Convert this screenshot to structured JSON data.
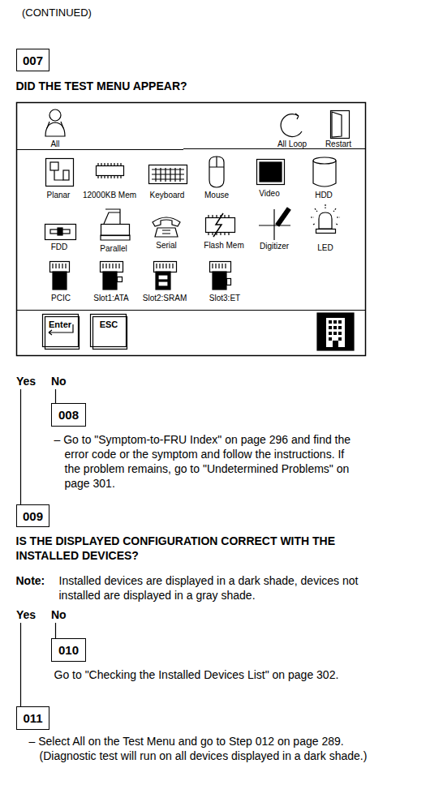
{
  "diagram": {
    "nodes": [
      {
        "text": [
          "007",
          "DID THE TEST MENU APPEAR?"
        ]
      },
      {
        "text": [
          "008",
          "– Go to \"Symptom-to-FRU Index\" on page 296 and find the error code or the symptom and follow the instructions. If the problem remains, go to \"Undetermined Problems\" on page 301."
        ]
      },
      {
        "text": [
          "009",
          "IS THE DISPLAYED CONFIGURATION CORRECT WITH THE INSTALLED DEVICES?",
          "Note:",
          "Installed devices are displayed in a dark shade, devices not installed are displayed in a gray shade."
        ]
      },
      {
        "text": [
          "010",
          "Go to \"Checking the Installed Devices List\" on page 302."
        ]
      },
      {
        "text": [
          "011",
          "– Select All on the Test Menu and go to Step 012 on page 289. (Diagnostic test will run on all devices displayed in a dark shade.)"
        ]
      }
    ],
    "edges": [
      {
        "from": 0,
        "to": 1,
        "arrow": "none",
        "label": "No"
      },
      {
        "from": 0,
        "to": 2,
        "arrow": "none",
        "label": "Yes"
      },
      {
        "from": 2,
        "to": 3,
        "arrow": "none",
        "label": "No"
      },
      {
        "from": 2,
        "to": 4,
        "arrow": "none",
        "label": "Yes"
      }
    ],
    "labels": [
      "(CONTINUED)",
      "All",
      "All Loop",
      "Restart",
      "Planar",
      "12000KB Mem",
      "Keyboard",
      "Mouse",
      "Video",
      "HDD",
      "FDD",
      "Parallel",
      "Serial",
      "Flash Mem",
      "Digitizer",
      "LED",
      "PCIC",
      "Slot1:ATA",
      "Slot2:SRAM",
      "Slot3:ET",
      "Enter",
      "ESC"
    ]
  }
}
